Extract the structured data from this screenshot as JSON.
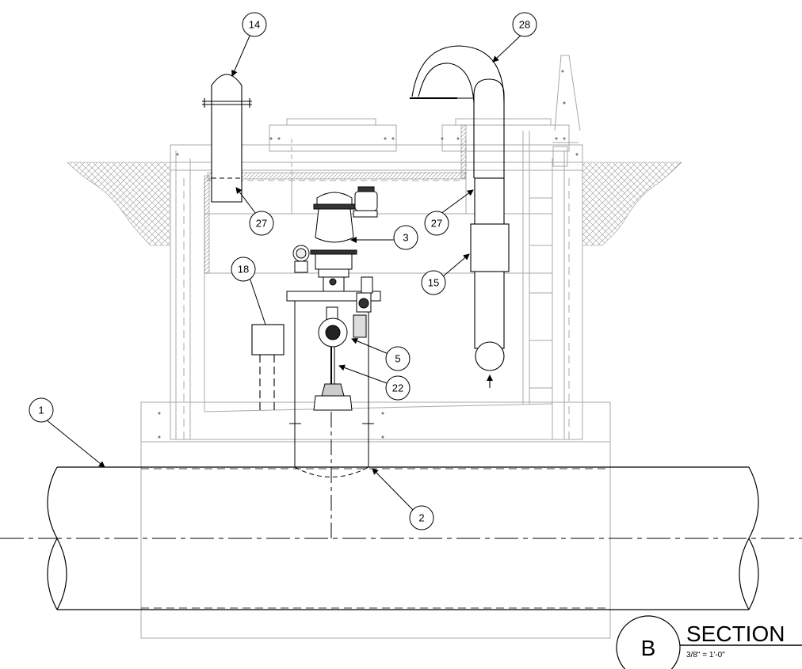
{
  "callouts": {
    "c1": "1",
    "c2": "2",
    "c3": "3",
    "c5": "5",
    "c14": "14",
    "c15": "15",
    "c18": "18",
    "c22": "22",
    "c27a": "27",
    "c27b": "27",
    "c28": "28"
  },
  "title_block": {
    "letter": "B",
    "title": "SECTION",
    "scale": "3/8\" = 1'-0\""
  }
}
